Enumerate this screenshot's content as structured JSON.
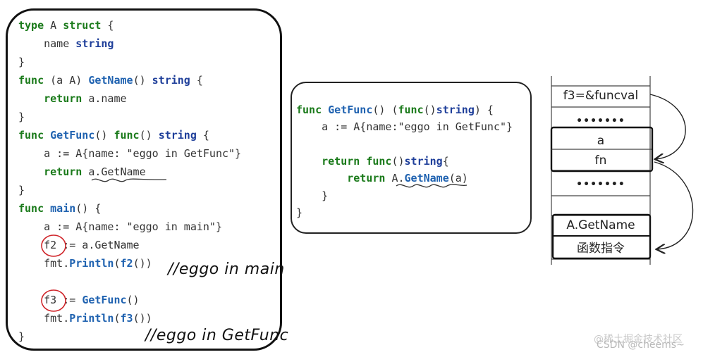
{
  "left_code": {
    "lines": [
      [
        {
          "t": "type",
          "c": "kw"
        },
        {
          "t": " A "
        },
        {
          "t": "struct",
          "c": "kw"
        },
        {
          "t": " {"
        }
      ],
      [
        {
          "t": "    name "
        },
        {
          "t": "string",
          "c": "ty"
        }
      ],
      [
        {
          "t": "}"
        }
      ],
      [
        {
          "t": "func",
          "c": "kw"
        },
        {
          "t": " (a A) "
        },
        {
          "t": "GetName",
          "c": "fn"
        },
        {
          "t": "() "
        },
        {
          "t": "string",
          "c": "ty"
        },
        {
          "t": " {"
        }
      ],
      [
        {
          "t": "    "
        },
        {
          "t": "return",
          "c": "kw"
        },
        {
          "t": " a.name"
        }
      ],
      [
        {
          "t": "}"
        }
      ],
      [
        {
          "t": "func",
          "c": "kw"
        },
        {
          "t": " "
        },
        {
          "t": "GetFunc",
          "c": "fn"
        },
        {
          "t": "() "
        },
        {
          "t": "func",
          "c": "kw"
        },
        {
          "t": "() "
        },
        {
          "t": "string",
          "c": "ty"
        },
        {
          "t": " {"
        }
      ],
      [
        {
          "t": "    a := A{name: \"eggo in GetFunc\"}"
        }
      ],
      [
        {
          "t": "    "
        },
        {
          "t": "return",
          "c": "kw"
        },
        {
          "t": " a.GetName"
        }
      ],
      [
        {
          "t": "}"
        }
      ],
      [
        {
          "t": "func",
          "c": "kw"
        },
        {
          "t": " "
        },
        {
          "t": "main",
          "c": "fn"
        },
        {
          "t": "() {"
        }
      ],
      [
        {
          "t": "    a := A{name: \"eggo in main\"}"
        }
      ],
      [
        {
          "t": "    f2 := a.GetName"
        }
      ],
      [
        {
          "t": "    fmt."
        },
        {
          "t": "Println",
          "c": "fn"
        },
        {
          "t": "("
        },
        {
          "t": "f2",
          "c": "fn"
        },
        {
          "t": "())"
        }
      ],
      [
        {
          "t": ""
        }
      ],
      [
        {
          "t": "    f3 := "
        },
        {
          "t": "GetFunc",
          "c": "fn"
        },
        {
          "t": "()"
        }
      ],
      [
        {
          "t": "    fmt."
        },
        {
          "t": "Println",
          "c": "fn"
        },
        {
          "t": "("
        },
        {
          "t": "f3",
          "c": "fn"
        },
        {
          "t": "())"
        }
      ],
      [
        {
          "t": "}"
        }
      ]
    ],
    "note_main": "//eggo in main",
    "note_getfunc": "//eggo in GetFunc"
  },
  "mid_code": {
    "lines": [
      [
        {
          "t": "func",
          "c": "kw"
        },
        {
          "t": " "
        },
        {
          "t": "GetFunc",
          "c": "fn"
        },
        {
          "t": "() ("
        },
        {
          "t": "func",
          "c": "kw"
        },
        {
          "t": "()"
        },
        {
          "t": "string",
          "c": "ty"
        },
        {
          "t": ") {"
        }
      ],
      [
        {
          "t": "    a := A{name:\"eggo in GetFunc\"}"
        }
      ],
      [
        {
          "t": ""
        }
      ],
      [
        {
          "t": "    "
        },
        {
          "t": "return",
          "c": "kw"
        },
        {
          "t": " "
        },
        {
          "t": "func",
          "c": "kw"
        },
        {
          "t": "()"
        },
        {
          "t": "string",
          "c": "ty"
        },
        {
          "t": "{"
        }
      ],
      [
        {
          "t": "        "
        },
        {
          "t": "return",
          "c": "kw"
        },
        {
          "t": " A."
        },
        {
          "t": "GetName",
          "c": "fn"
        },
        {
          "t": "(a)"
        }
      ],
      [
        {
          "t": "    }"
        }
      ],
      [
        {
          "t": "}"
        }
      ]
    ]
  },
  "stack": {
    "f3_cell": "f3=&funcval",
    "dots": "•••••••",
    "cell_a": "a",
    "cell_fn": "fn",
    "cell_getname": "A.GetName",
    "cell_instr": "函数指令"
  },
  "watermark": {
    "line1": "@稀土掘金技术社区",
    "line2": "CSDN @cheems~"
  },
  "colors": {
    "keyword": "#1a7a1a",
    "func_name": "#1f62b0",
    "type_name": "#1f3f9a",
    "circle": "#d0262b"
  }
}
